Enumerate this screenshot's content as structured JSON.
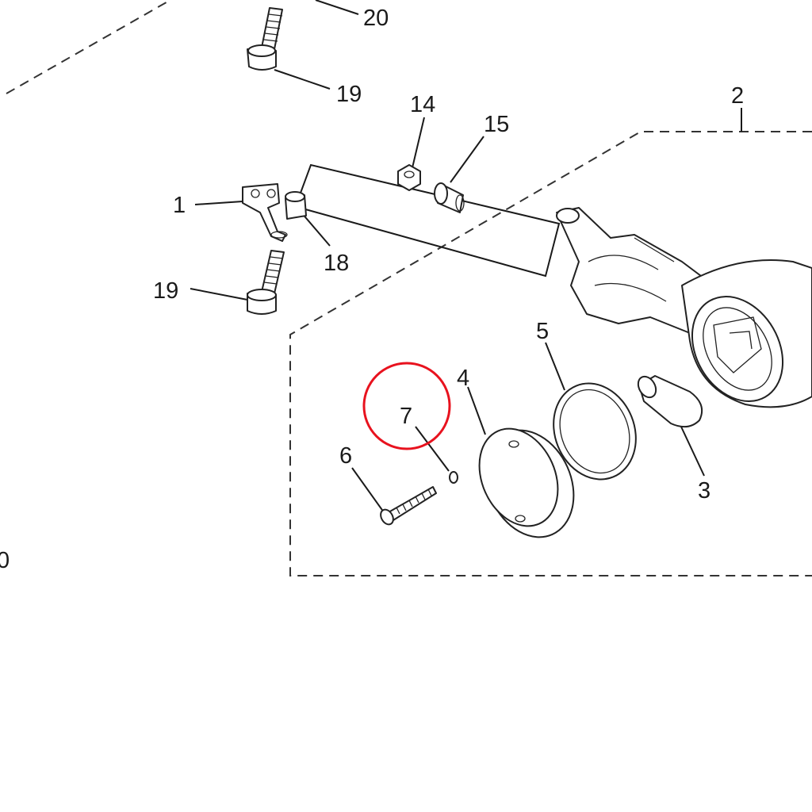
{
  "diagram": {
    "callouts": [
      {
        "id": "20",
        "text": "20"
      },
      {
        "id": "19a",
        "text": "19"
      },
      {
        "id": "14",
        "text": "14"
      },
      {
        "id": "15",
        "text": "15"
      },
      {
        "id": "2",
        "text": "2"
      },
      {
        "id": "1",
        "text": "1"
      },
      {
        "id": "18",
        "text": "18"
      },
      {
        "id": "19b",
        "text": "19"
      },
      {
        "id": "5",
        "text": "5"
      },
      {
        "id": "4",
        "text": "4"
      },
      {
        "id": "7",
        "text": "7"
      },
      {
        "id": "6",
        "text": "6"
      },
      {
        "id": "3",
        "text": "3"
      },
      {
        "id": "edge",
        "text": "0"
      }
    ],
    "highlight": {
      "target": "7",
      "color": "#e8121e"
    }
  }
}
